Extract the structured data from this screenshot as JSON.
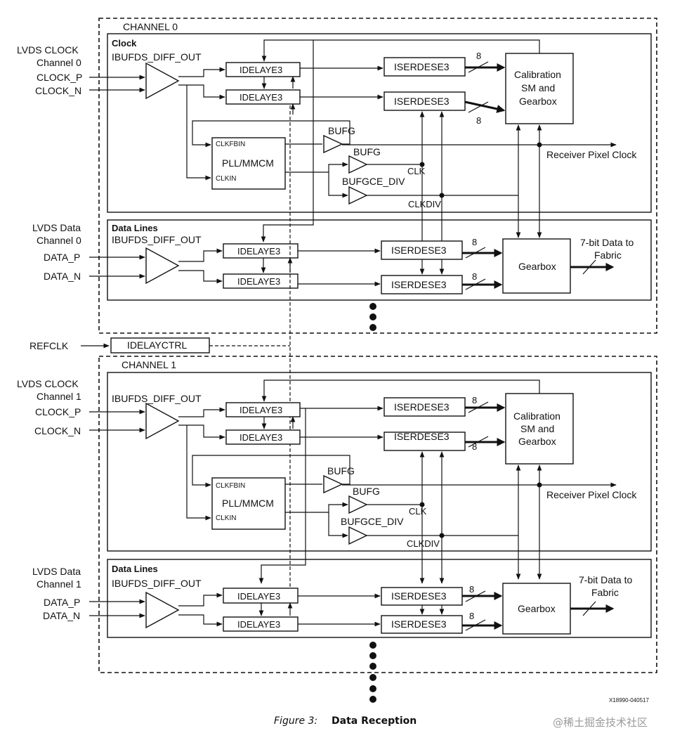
{
  "channel0": {
    "title": "CHANNEL 0",
    "clock_section": "Clock",
    "data_section": "Data Lines",
    "in_clock_label_1": "LVDS CLOCK",
    "in_clock_label_2": "Channel 0",
    "in_data_label_1": "LVDS Data",
    "in_data_label_2": "Channel 0"
  },
  "channel1": {
    "title": "CHANNEL 1",
    "data_section": "Data Lines",
    "in_clock_label_1": "LVDS CLOCK",
    "in_clock_label_2": "Channel 1",
    "in_data_label_1": "LVDS Data",
    "in_data_label_2": "Channel 1"
  },
  "labels": {
    "clock_p": "CLOCK_P",
    "clock_n": "CLOCK_N",
    "data_p": "DATA_P",
    "data_n": "DATA_N",
    "ibufds": "IBUFDS_DIFF_OUT",
    "idelay": "IDELAYE3",
    "iserdes": "ISERDESE3",
    "cal_1": "Calibration",
    "cal_2": "SM and",
    "cal_3": "Gearbox",
    "gearbox": "Gearbox",
    "clkfbin": "CLKFBIN",
    "clkin": "CLKIN",
    "pll": "PLL/MMCM",
    "bufg": "BUFG",
    "bufgce_div": "BUFGCE_DIV",
    "clk": "CLK",
    "clkdiv": "CLKDIV",
    "rx_pixel_clock": "Receiver Pixel Clock",
    "data_out_1": "7-bit Data to",
    "data_out_2": "Fabric",
    "bus_width": "8",
    "refclk": "REFCLK",
    "idelayctrl": "IDELAYCTRL"
  },
  "figure": {
    "number": "Figure 3:",
    "title": "Data Reception",
    "id": "X18990-040517"
  },
  "watermark": "@稀土掘金技术社区"
}
